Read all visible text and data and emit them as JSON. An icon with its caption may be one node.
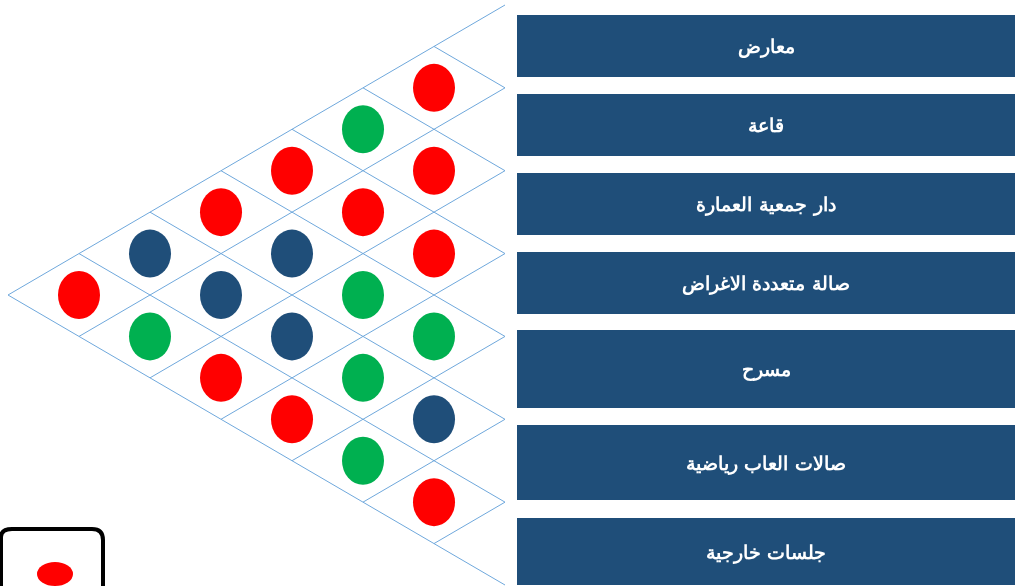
{
  "diagram": {
    "nodes": [
      {
        "text": [
          "معارض"
        ]
      },
      {
        "text": [
          "قاعة"
        ]
      },
      {
        "text": [
          "دار جمعية العمارة"
        ]
      },
      {
        "text": [
          "صالة متعددة الاغراض"
        ]
      },
      {
        "text": [
          "مسرح"
        ]
      },
      {
        "text": [
          "صالات العاب رياضية"
        ]
      },
      {
        "text": [
          "جلسات خارجية"
        ]
      }
    ]
  }
}
